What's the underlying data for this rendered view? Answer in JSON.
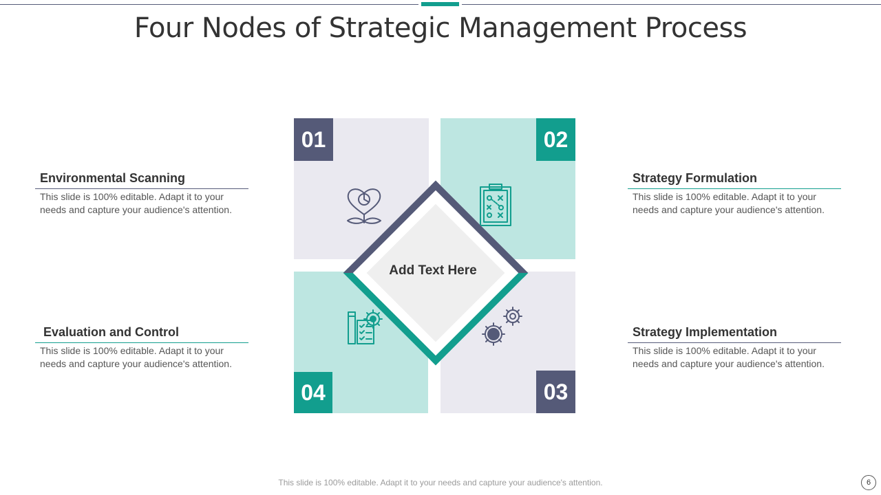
{
  "title": "Four Nodes of Strategic Management Process",
  "center": "Add Text Here",
  "nodes": [
    {
      "num": "01",
      "heading": "Environmental Scanning",
      "text_1": "This slide is 100% editable.  Adapt it to your",
      "text_2": "needs and capture your audience's attention.",
      "icon": "heart-chart-icon"
    },
    {
      "num": "02",
      "heading": "Strategy Formulation",
      "text_1": "This slide is 100% editable.  Adapt it to your",
      "text_2": "needs and capture your audience's attention.",
      "icon": "strategy-clipboard-icon"
    },
    {
      "num": "03",
      "heading": "Strategy Implementation",
      "text_1": "This slide is 100% editable.  Adapt it to your",
      "text_2": "needs and capture your audience's attention.",
      "icon": "gears-icon"
    },
    {
      "num": "04",
      "heading": "Evaluation and Control",
      "text_1": "This slide is 100% editable.  Adapt it to your",
      "text_2": "needs and capture your audience's attention.",
      "icon": "checklist-gear-icon"
    }
  ],
  "colors": {
    "navy": "#555a78",
    "teal": "#129e8e",
    "light_gray": "#eae9f0",
    "light_teal": "#bde6e1"
  },
  "footer": "This slide is 100% editable. Adapt it to your needs and capture your audience's attention.",
  "page_number": "6"
}
